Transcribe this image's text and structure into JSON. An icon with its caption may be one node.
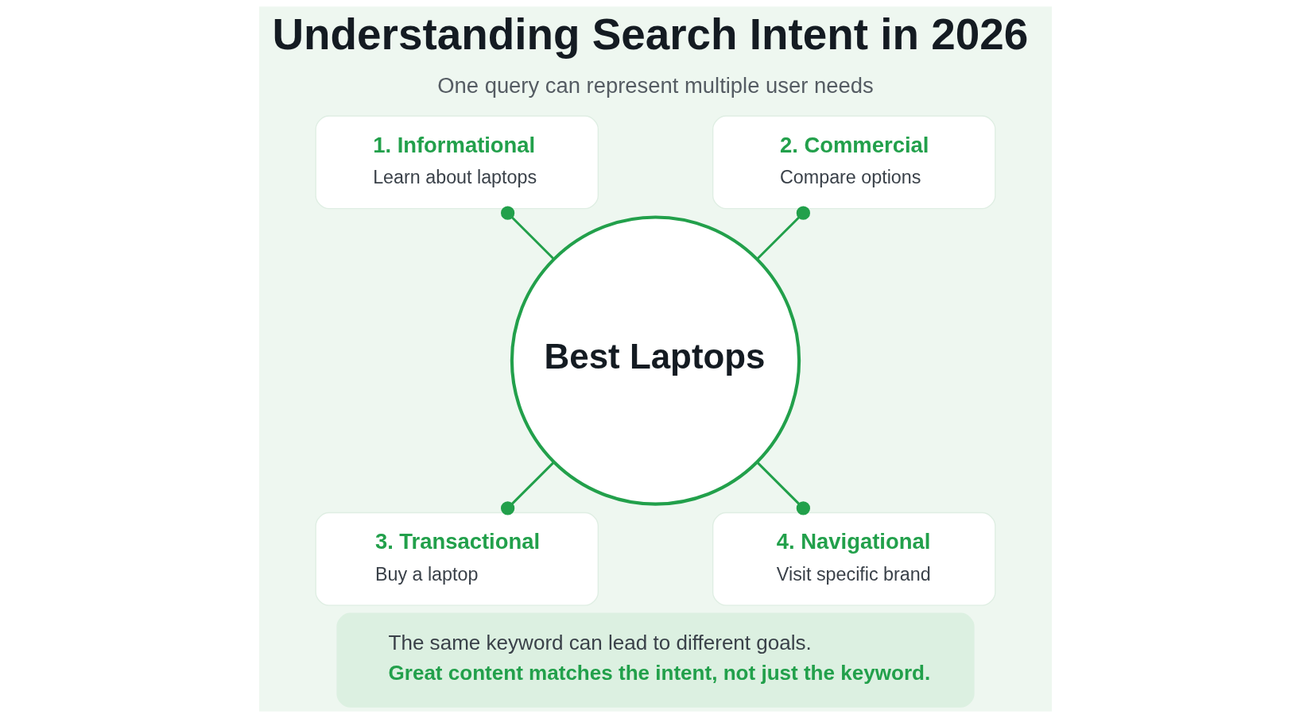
{
  "diagram": {
    "title": "Understanding Search Intent in 2026",
    "nodes": [
      {
        "text": [
          "1. Informational",
          "Learn about laptops"
        ]
      },
      {
        "text": [
          "2. Commercial",
          "Compare options"
        ]
      },
      {
        "text": [
          "Best Laptops"
        ]
      },
      {
        "text": [
          "3. Transactional",
          "Buy a laptop"
        ]
      },
      {
        "text": [
          "4. Navigational",
          "Visit specific brand"
        ]
      },
      {
        "text": [
          "The same keyword can lead to different goals.",
          "Great content matches the intent, not just the keyword."
        ]
      }
    ],
    "edges": [
      {
        "from": 2,
        "to": 0,
        "arrow": "other"
      },
      {
        "from": 2,
        "to": 1,
        "arrow": "other"
      },
      {
        "from": 2,
        "to": 3,
        "arrow": "other"
      },
      {
        "from": 2,
        "to": 4,
        "arrow": "other"
      }
    ],
    "labels": [
      "One query can represent multiple user needs"
    ]
  }
}
